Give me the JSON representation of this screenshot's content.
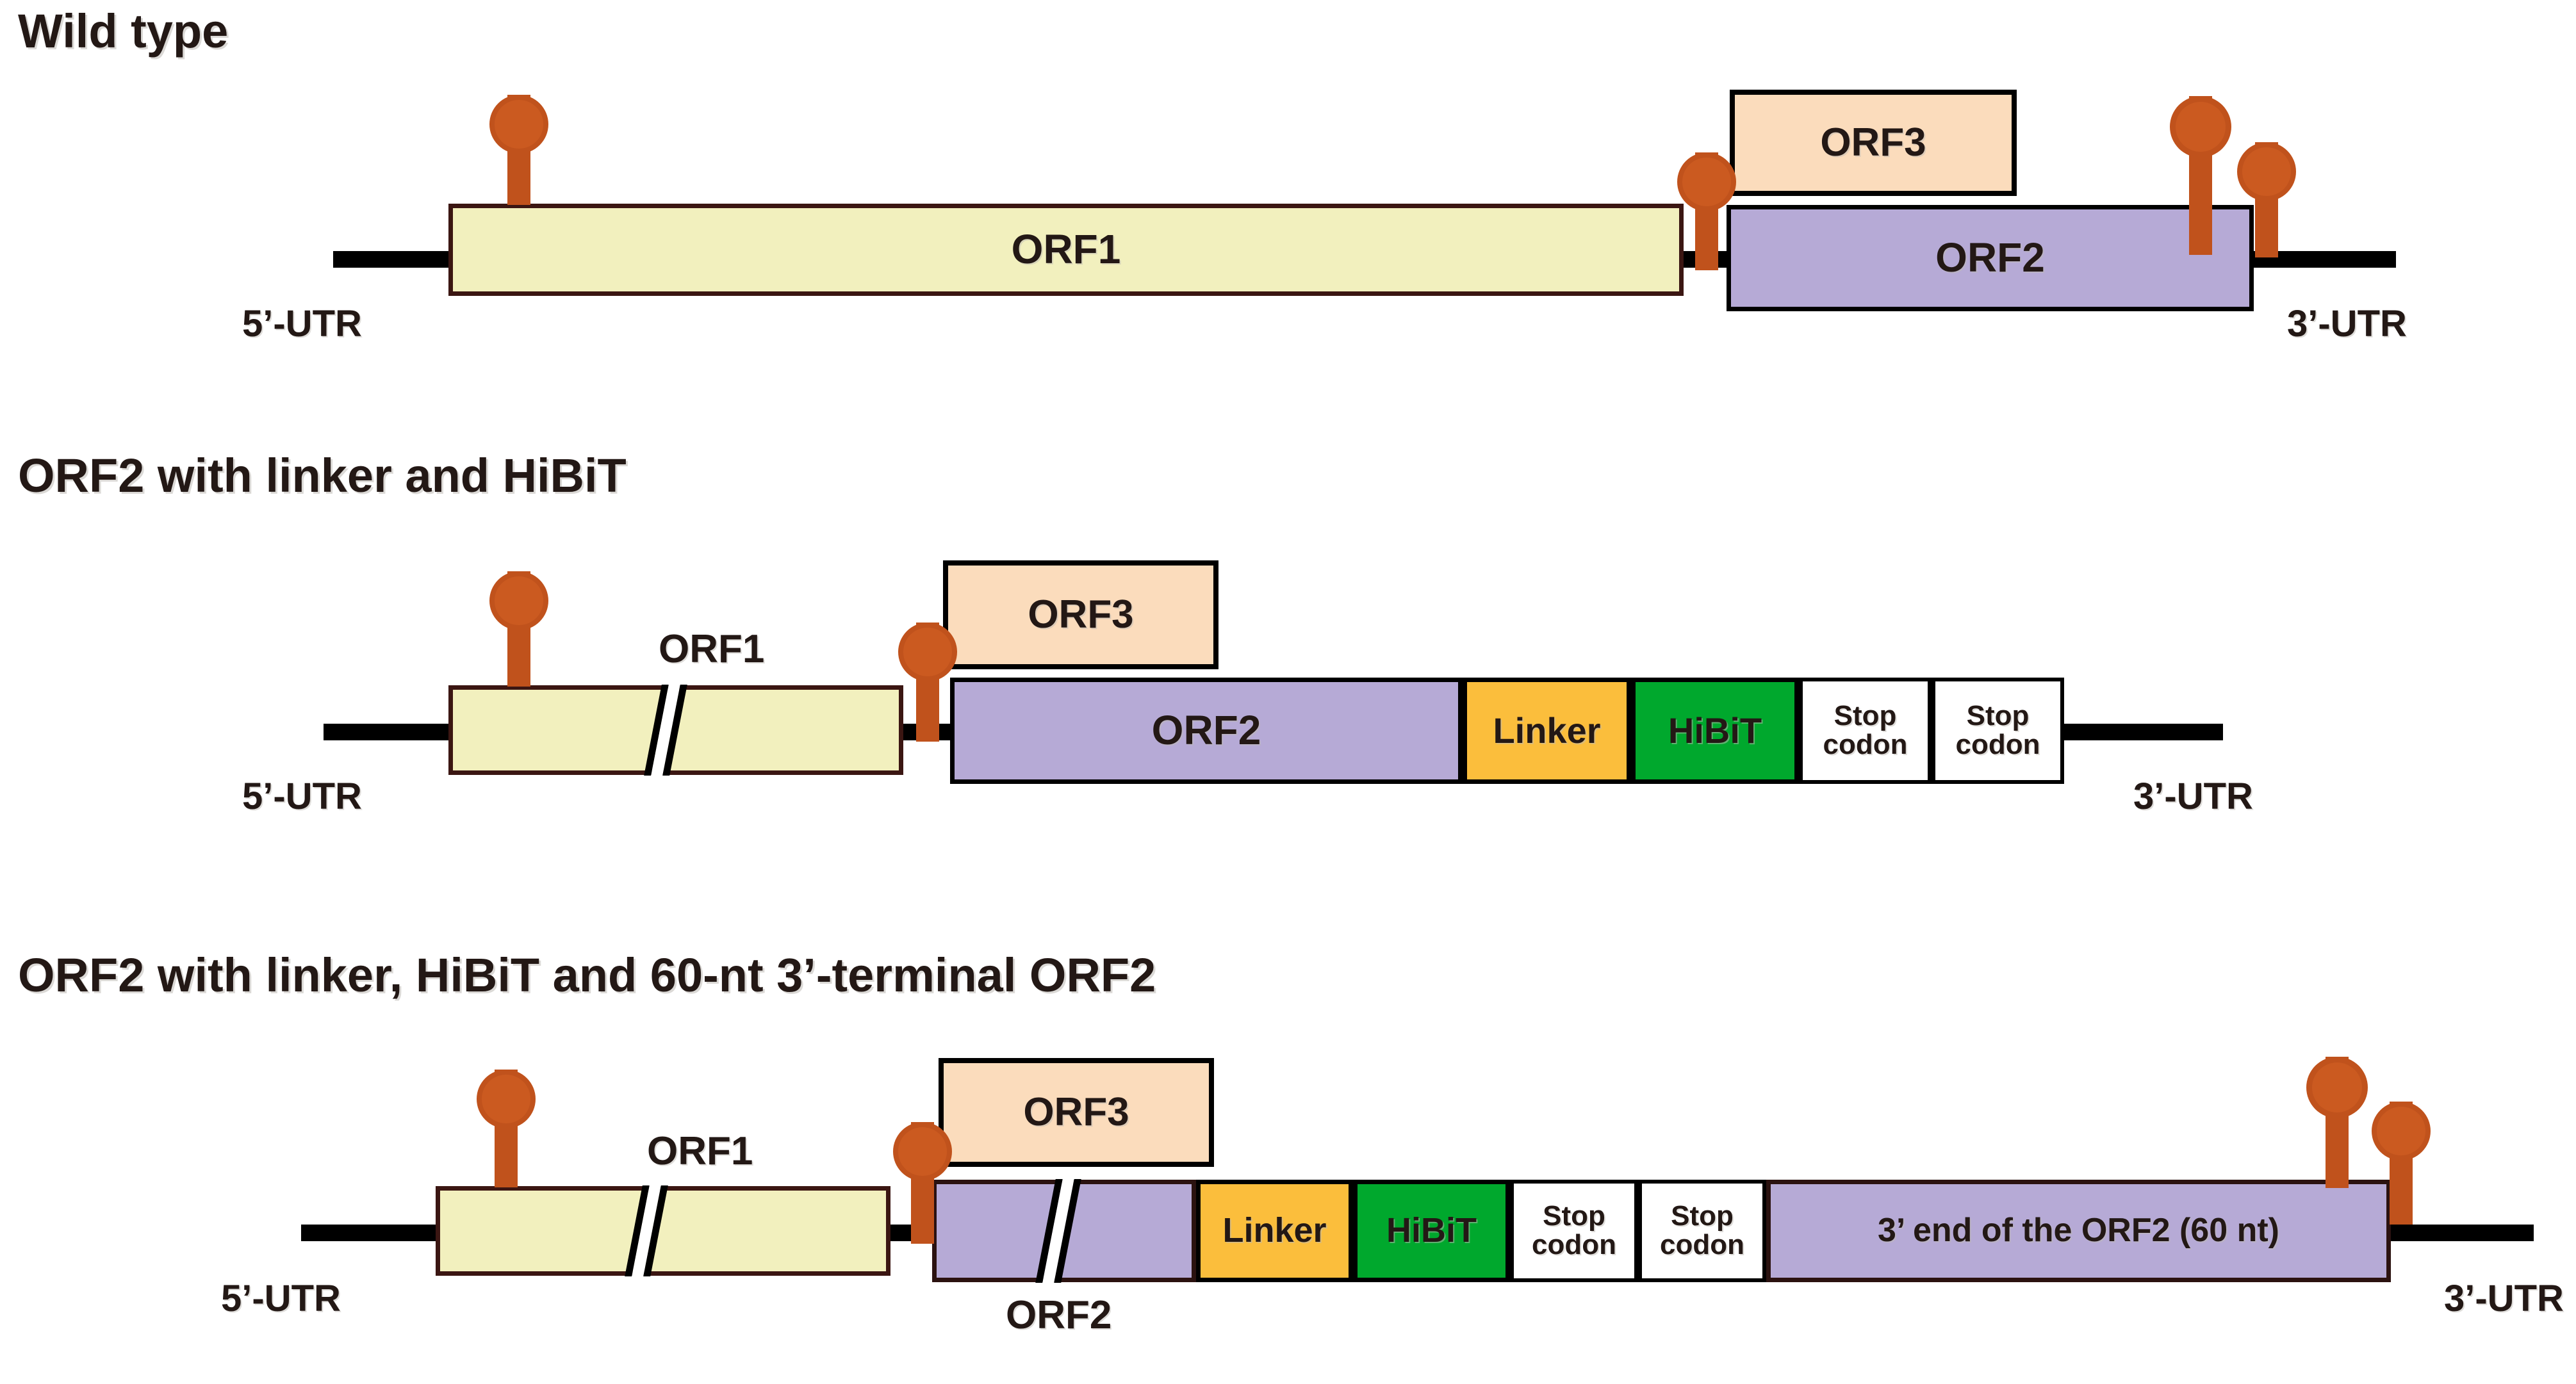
{
  "figure": {
    "title": "HEV genome constructs: wild type and HiBiT-tagged ORF2 reporters",
    "colors": {
      "orf1_fill": "#F2F0BE",
      "orf1_border": "#3B1612",
      "orf2_fill": "#B6AAD6",
      "orf3_fill": "#FBDCBC",
      "linker_fill": "#FBBE3C",
      "hibit_fill": "#00A82D",
      "stop_fill": "#FFFFFF",
      "backbone": "#000000",
      "stem_loop": "#C0521C",
      "text": "#231815"
    }
  },
  "constructs": [
    {
      "id": "wild-type",
      "title": "Wild type",
      "utr5": "5’-UTR",
      "utr3": "3’-UTR",
      "boxes": [
        {
          "name": "orf1",
          "label": "ORF1",
          "truncated": false
        },
        {
          "name": "orf3",
          "label": "ORF3",
          "truncated": false
        },
        {
          "name": "orf2",
          "label": "ORF2",
          "truncated": false
        }
      ],
      "stem_loops": 4,
      "external_labels": []
    },
    {
      "id": "orf2-linker-hibit",
      "title": "ORF2 with linker and HiBiT",
      "utr5": "5’-UTR",
      "utr3": "3’-UTR",
      "boxes": [
        {
          "name": "orf1",
          "label": "ORF1",
          "truncated": true
        },
        {
          "name": "orf3",
          "label": "ORF3",
          "truncated": false
        },
        {
          "name": "orf2",
          "label": "ORF2",
          "truncated": false
        },
        {
          "name": "linker",
          "label": "Linker",
          "truncated": false
        },
        {
          "name": "hibit",
          "label": "HiBiT",
          "truncated": false
        },
        {
          "name": "stop-codon-1",
          "label": "Stop codon",
          "truncated": false
        },
        {
          "name": "stop-codon-2",
          "label": "Stop codon",
          "truncated": false
        }
      ],
      "stem_loops": 2,
      "external_labels": [
        "ORF1"
      ]
    },
    {
      "id": "orf2-linker-hibit-60nt",
      "title": "ORF2 with linker, HiBiT and 60-nt 3’-terminal ORF2",
      "utr5": "5’-UTR",
      "utr3": "3’-UTR",
      "boxes": [
        {
          "name": "orf1",
          "label": "ORF1",
          "truncated": true
        },
        {
          "name": "orf3",
          "label": "ORF3",
          "truncated": false
        },
        {
          "name": "orf2",
          "label": "ORF2",
          "truncated": true
        },
        {
          "name": "linker",
          "label": "Linker",
          "truncated": false
        },
        {
          "name": "hibit",
          "label": "HiBiT",
          "truncated": false
        },
        {
          "name": "stop-codon-1",
          "label": "Stop codon",
          "truncated": false
        },
        {
          "name": "stop-codon-2",
          "label": "Stop codon",
          "truncated": false
        },
        {
          "name": "orf2-3prime-end",
          "label": "3’ end of the ORF2 (60 nt)",
          "truncated": false
        }
      ],
      "stem_loops": 4,
      "external_labels": [
        "ORF1",
        "ORF2"
      ]
    }
  ],
  "labels": {
    "orf1": "ORF1",
    "orf2": "ORF2",
    "orf3": "ORF3",
    "linker": "Linker",
    "hibit": "HiBiT",
    "stop_codon_line1": "Stop",
    "stop_codon_line2": "codon",
    "orf2_3prime": "3’ end of the ORF2 (60 nt)",
    "utr5": "5’-UTR",
    "utr3": "3’-UTR"
  }
}
